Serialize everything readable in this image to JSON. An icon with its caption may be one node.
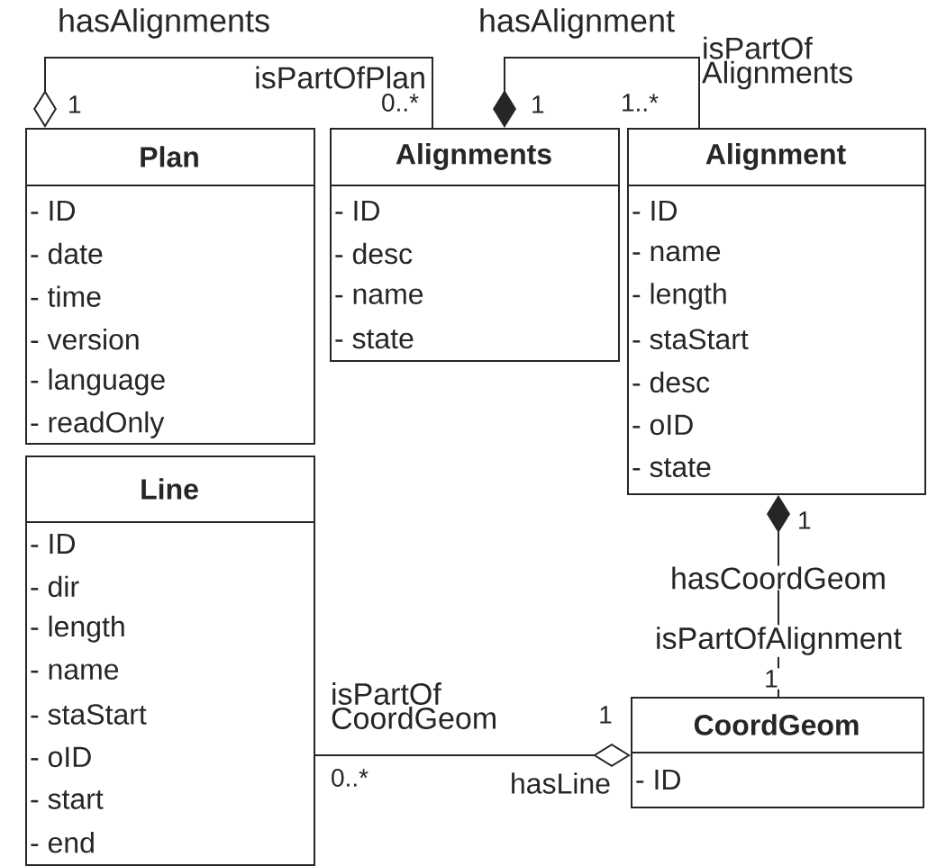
{
  "diagram": {
    "nodes": [
      {
        "text": [
          "Plan",
          "- ID",
          "- date",
          "- time",
          "- version",
          "- language",
          "- readOnly"
        ]
      },
      {
        "text": [
          "Alignments",
          "- ID",
          "- desc",
          "- name",
          "- state"
        ]
      },
      {
        "text": [
          "Alignment",
          "- ID",
          "- name",
          "- length",
          "- staStart",
          "- desc",
          "- oID",
          "- state"
        ]
      },
      {
        "text": [
          "Line",
          "- ID",
          "- dir",
          "- length",
          "- name",
          "- staStart",
          "- oID",
          "- start",
          "- end"
        ]
      },
      {
        "text": [
          "CoordGeom",
          "- ID"
        ]
      }
    ],
    "edges": [
      {
        "from": 0,
        "to": 1,
        "arrow": "other",
        "label": "hasAlignments"
      },
      {
        "from": 1,
        "to": 2,
        "arrow": "other",
        "label": "hasAlignment"
      },
      {
        "from": 2,
        "to": 4,
        "arrow": "other",
        "label": "hasCoordGeom"
      },
      {
        "from": 4,
        "to": 3,
        "arrow": "other",
        "label": "hasLine"
      }
    ],
    "labels": [
      "isPartOf Alignments",
      "isPartOfPlan",
      "1",
      "0..*",
      "1",
      "1..*",
      "1",
      "isPartOfAlignment",
      "1",
      "isPartOf CoordGeom",
      "1",
      "0..*"
    ]
  }
}
